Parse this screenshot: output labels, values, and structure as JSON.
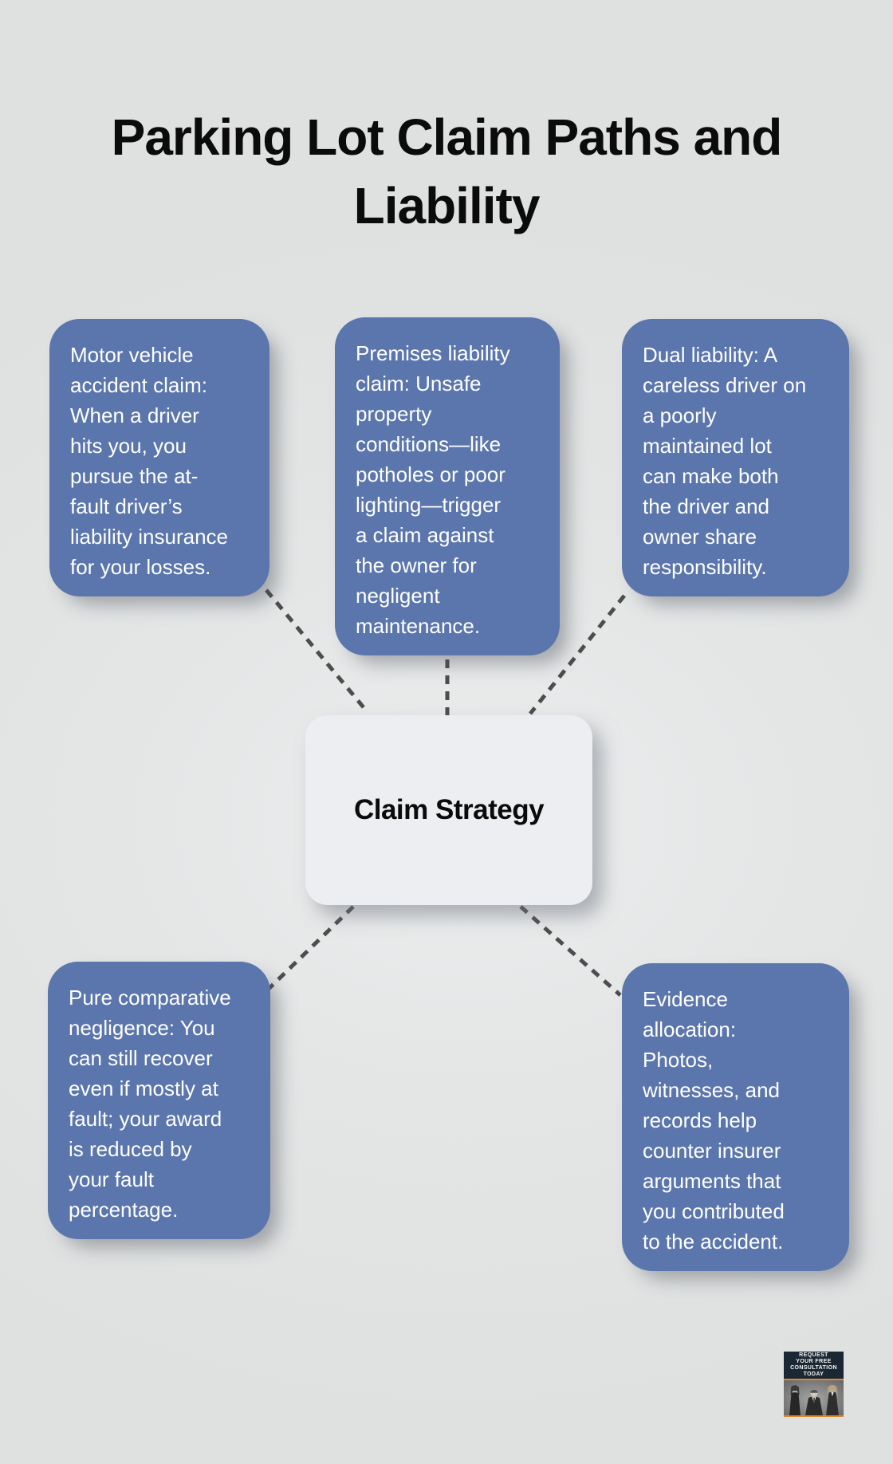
{
  "page": {
    "title": "Parking Lot Claim Paths and\nLiability",
    "background_color": "#e0e2e2"
  },
  "colors": {
    "node_background": "#5b76ac",
    "node_text": "#ffffff",
    "center_background": "#edeef1",
    "connector": "#4d4d4d",
    "badge_accent": "#dd8a2e",
    "badge_header_background": "#1b2733"
  },
  "center_node": {
    "label": "Claim Strategy"
  },
  "nodes": [
    {
      "id": "motor-vehicle-claim",
      "text": "Motor vehicle\naccident claim:\nWhen a driver\nhits you, you\npursue the at-\nfault driver’s\nliability insurance\nfor your losses."
    },
    {
      "id": "premises-liability-claim",
      "text": "Premises liability\nclaim: Unsafe\nproperty\nconditions—like\npotholes or poor\nlighting—trigger\na claim against\nthe owner for\nnegligent\nmaintenance."
    },
    {
      "id": "dual-liability",
      "text": "Dual liability: A\ncareless driver on\na poorly\nmaintained lot\ncan make both\nthe driver and\nowner share\nresponsibility."
    },
    {
      "id": "pure-comparative-negligence",
      "text": "Pure comparative\nnegligence: You\ncan still recover\neven if mostly at\nfault; your award\nis reduced by\nyour fault\npercentage."
    },
    {
      "id": "evidence-allocation",
      "text": "Evidence\nallocation:\nPhotos,\nwitnesses, and\nrecords help\ncounter insurer\narguments that\nyou contributed\nto the accident."
    }
  ],
  "badge": {
    "line1": "REQUEST",
    "line2": "YOUR FREE",
    "line3": "CONSULTATION",
    "line4": "TODAY"
  }
}
